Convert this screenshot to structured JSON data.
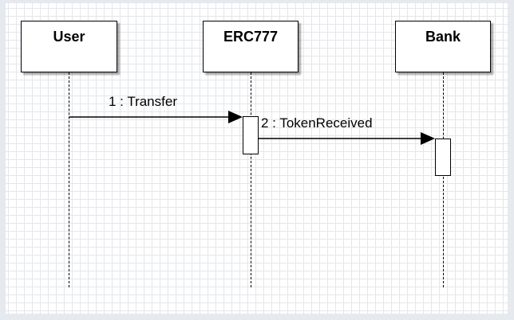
{
  "diagram": {
    "type": "sequence",
    "participants": [
      {
        "id": "user",
        "name": "User"
      },
      {
        "id": "erc777",
        "name": "ERC777"
      },
      {
        "id": "bank",
        "name": "Bank"
      }
    ],
    "messages": [
      {
        "from": "user",
        "to": "erc777",
        "label": "1 : Transfer"
      },
      {
        "from": "erc777",
        "to": "bank",
        "label": "2 : TokenReceived"
      }
    ]
  }
}
